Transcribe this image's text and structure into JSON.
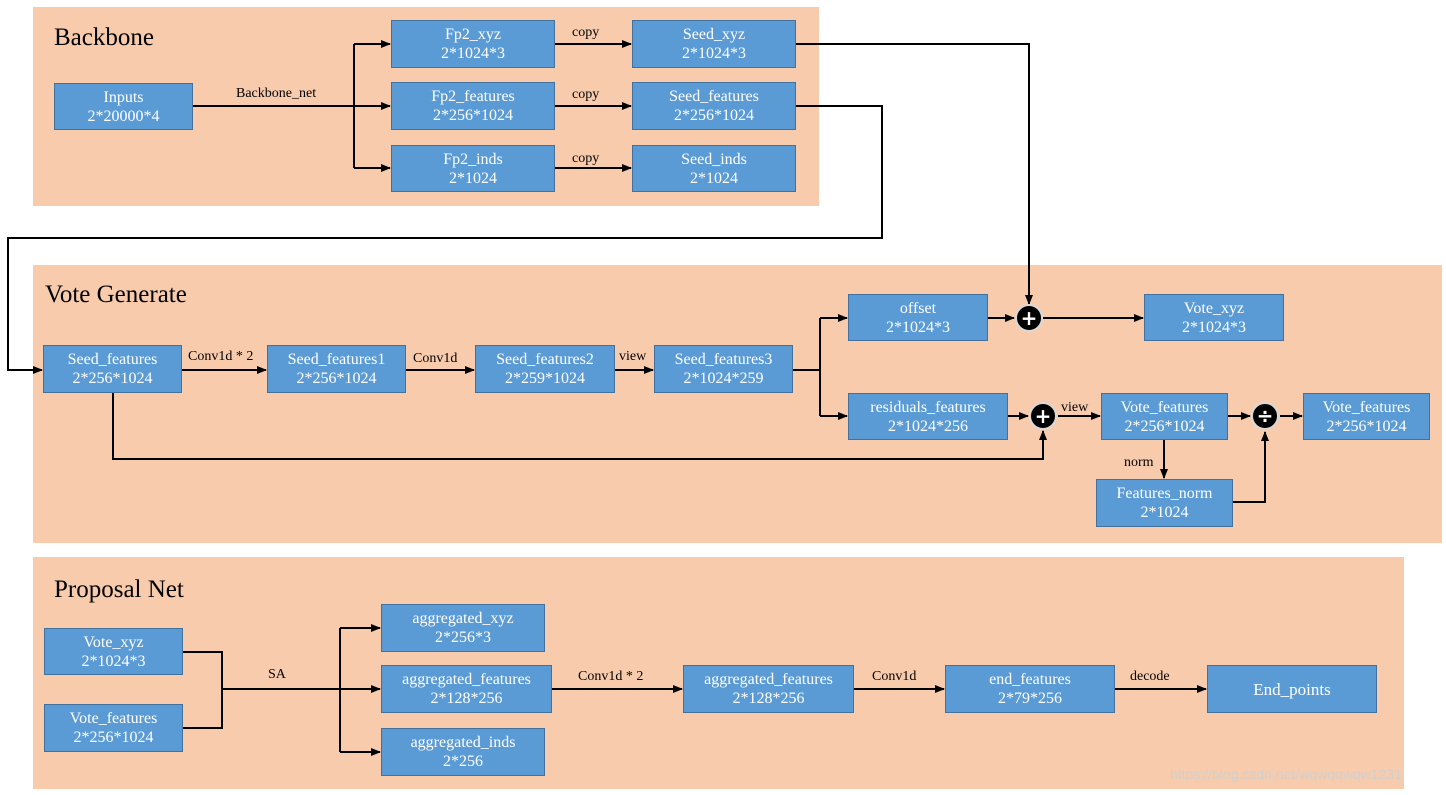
{
  "sections": {
    "backbone": "Backbone",
    "vote_generate": "Vote Generate",
    "proposal_net": "Proposal Net"
  },
  "nodes": {
    "bb_inputs": {
      "name": "Inputs",
      "shape": "2*20000*4"
    },
    "bb_fp2_xyz": {
      "name": "Fp2_xyz",
      "shape": "2*1024*3"
    },
    "bb_fp2_features": {
      "name": "Fp2_features",
      "shape": "2*256*1024"
    },
    "bb_fp2_inds": {
      "name": "Fp2_inds",
      "shape": "2*1024"
    },
    "bb_seed_xyz": {
      "name": "Seed_xyz",
      "shape": "2*1024*3"
    },
    "bb_seed_features": {
      "name": "Seed_features",
      "shape": "2*256*1024"
    },
    "bb_seed_inds": {
      "name": "Seed_inds",
      "shape": "2*1024"
    },
    "vg_seed_features": {
      "name": "Seed_features",
      "shape": "2*256*1024"
    },
    "vg_seed_features1": {
      "name": "Seed_features1",
      "shape": "2*256*1024"
    },
    "vg_seed_features2": {
      "name": "Seed_features2",
      "shape": "2*259*1024"
    },
    "vg_seed_features3": {
      "name": "Seed_features3",
      "shape": "2*1024*259"
    },
    "vg_offset": {
      "name": "offset",
      "shape": "2*1024*3"
    },
    "vg_residuals": {
      "name": "residuals_features",
      "shape": "2*1024*256"
    },
    "vg_vote_xyz": {
      "name": "Vote_xyz",
      "shape": "2*1024*3"
    },
    "vg_vote_features": {
      "name": "Vote_features",
      "shape": "2*256*1024"
    },
    "vg_features_norm": {
      "name": "Features_norm",
      "shape": "2*1024"
    },
    "vg_vote_features_out": {
      "name": "Vote_features",
      "shape": "2*256*1024"
    },
    "pn_vote_xyz": {
      "name": "Vote_xyz",
      "shape": "2*1024*3"
    },
    "pn_vote_features": {
      "name": "Vote_features",
      "shape": "2*256*1024"
    },
    "pn_agg_xyz": {
      "name": "aggregated_xyz",
      "shape": "2*256*3"
    },
    "pn_agg_features": {
      "name": "aggregated_features",
      "shape": "2*128*256"
    },
    "pn_agg_inds": {
      "name": "aggregated_inds",
      "shape": "2*256"
    },
    "pn_agg_features2": {
      "name": "aggregated_features",
      "shape": "2*128*256"
    },
    "pn_end_features": {
      "name": "end_features",
      "shape": "2*79*256"
    },
    "pn_end_points": {
      "name": "End_points"
    }
  },
  "edge_labels": {
    "backbone_net": "Backbone_net",
    "copy_1": "copy",
    "copy_2": "copy",
    "copy_3": "copy",
    "conv1d_x2": "Conv1d * 2",
    "conv1d": "Conv1d",
    "view_1": "view",
    "view_2": "view",
    "norm": "norm",
    "sa": "SA",
    "pn_conv1d_x2": "Conv1d * 2",
    "pn_conv1d": "Conv1d",
    "decode": "decode"
  },
  "operators": {
    "plus_1": "+",
    "plus_2": "+",
    "divide": "÷"
  },
  "watermark": "https://blog.csdn.net/wqwqqwqw1231",
  "colors": {
    "panel_fill": "#f7cbac",
    "node_fill": "#5b9bd5",
    "node_border": "#41719c",
    "node_text": "#ffffff",
    "arrow": "#000000"
  }
}
